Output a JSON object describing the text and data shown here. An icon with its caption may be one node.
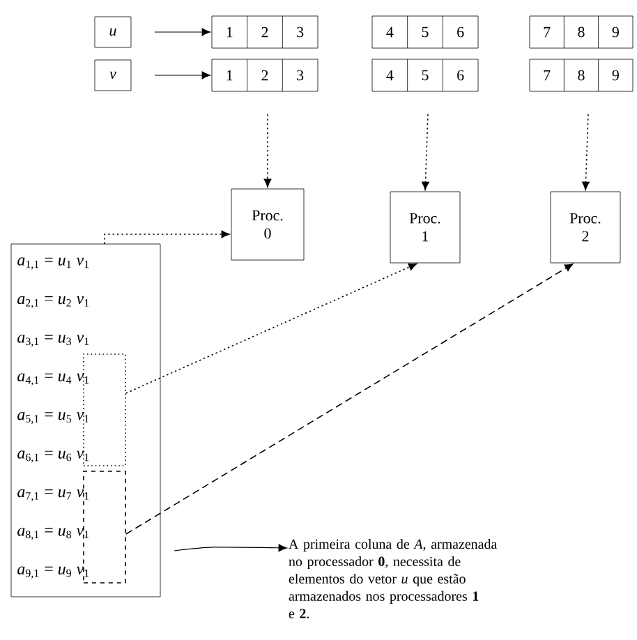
{
  "diagram": {
    "nodes": [
      {
        "text": [
          "*u*"
        ]
      },
      {
        "text": [
          "*v*"
        ]
      },
      {
        "text": [
          "1",
          "2",
          "3"
        ]
      },
      {
        "text": [
          "4",
          "5",
          "6"
        ]
      },
      {
        "text": [
          "7",
          "8",
          "9"
        ]
      },
      {
        "text": [
          "1",
          "2",
          "3"
        ]
      },
      {
        "text": [
          "4",
          "5",
          "6"
        ]
      },
      {
        "text": [
          "7",
          "8",
          "9"
        ]
      },
      {
        "text": [
          "Proc. 0"
        ]
      },
      {
        "text": [
          "Proc. 1"
        ]
      },
      {
        "text": [
          "Proc. 2"
        ]
      },
      {
        "text": [
          "*a*$_{1,1}$ = *u*$_{1}$ *v*$_{1}$",
          "*a*$_{2,1}$ = *u*$_{2}$ *v*$_{1}$",
          "*a*$_{3,1}$ = *u*$_{3}$ *v*$_{1}$",
          "*a*$_{4,1}$ = *u*$_{4}$ *v*$_{1}$",
          "*a*$_{5,1}$ = *u*$_{5}$ *v*$_{1}$",
          "*a*$_{6,1}$ = *u*$_{6}$ *v*$_{1}$",
          "*a*$_{7,1}$ = *u*$_{7}$ *v*$_{1}$",
          "*a*$_{8,1}$ = *u*$_{8}$ *v*$_{1}$",
          "*a*$_{9,1}$ = *u*$_{9}$ *v*$_{1}$"
        ]
      },
      {
        "text": [],
        "shape": "box",
        "in": 11
      },
      {
        "text": [],
        "shape": "box",
        "in": 11
      },
      {
        "text": [
          "A primeira coluna de *A*, armazenada no processador **0**, necessita de elementos do vetor *u* que estão armazenados nos processadores **1** e **2**."
        ]
      }
    ],
    "edges": [
      {
        "from": 0,
        "to": 2,
        "arrow": "to"
      },
      {
        "from": 1,
        "to": 5,
        "arrow": "to"
      },
      {
        "from": 5,
        "to": 8,
        "arrow": "to",
        "style": "dashed"
      },
      {
        "from": 6,
        "to": 9,
        "arrow": "to",
        "style": "dashed"
      },
      {
        "from": 7,
        "to": 10,
        "arrow": "to",
        "style": "dashed"
      },
      {
        "from": 11,
        "to": 8,
        "arrow": "to",
        "style": "dashed"
      },
      {
        "from": 12,
        "to": 9,
        "arrow": "to",
        "style": "dashed"
      },
      {
        "from": 13,
        "to": 10,
        "arrow": "to",
        "style": "dashed"
      },
      {
        "from": 11,
        "to": 14,
        "arrow": "to"
      }
    ]
  }
}
